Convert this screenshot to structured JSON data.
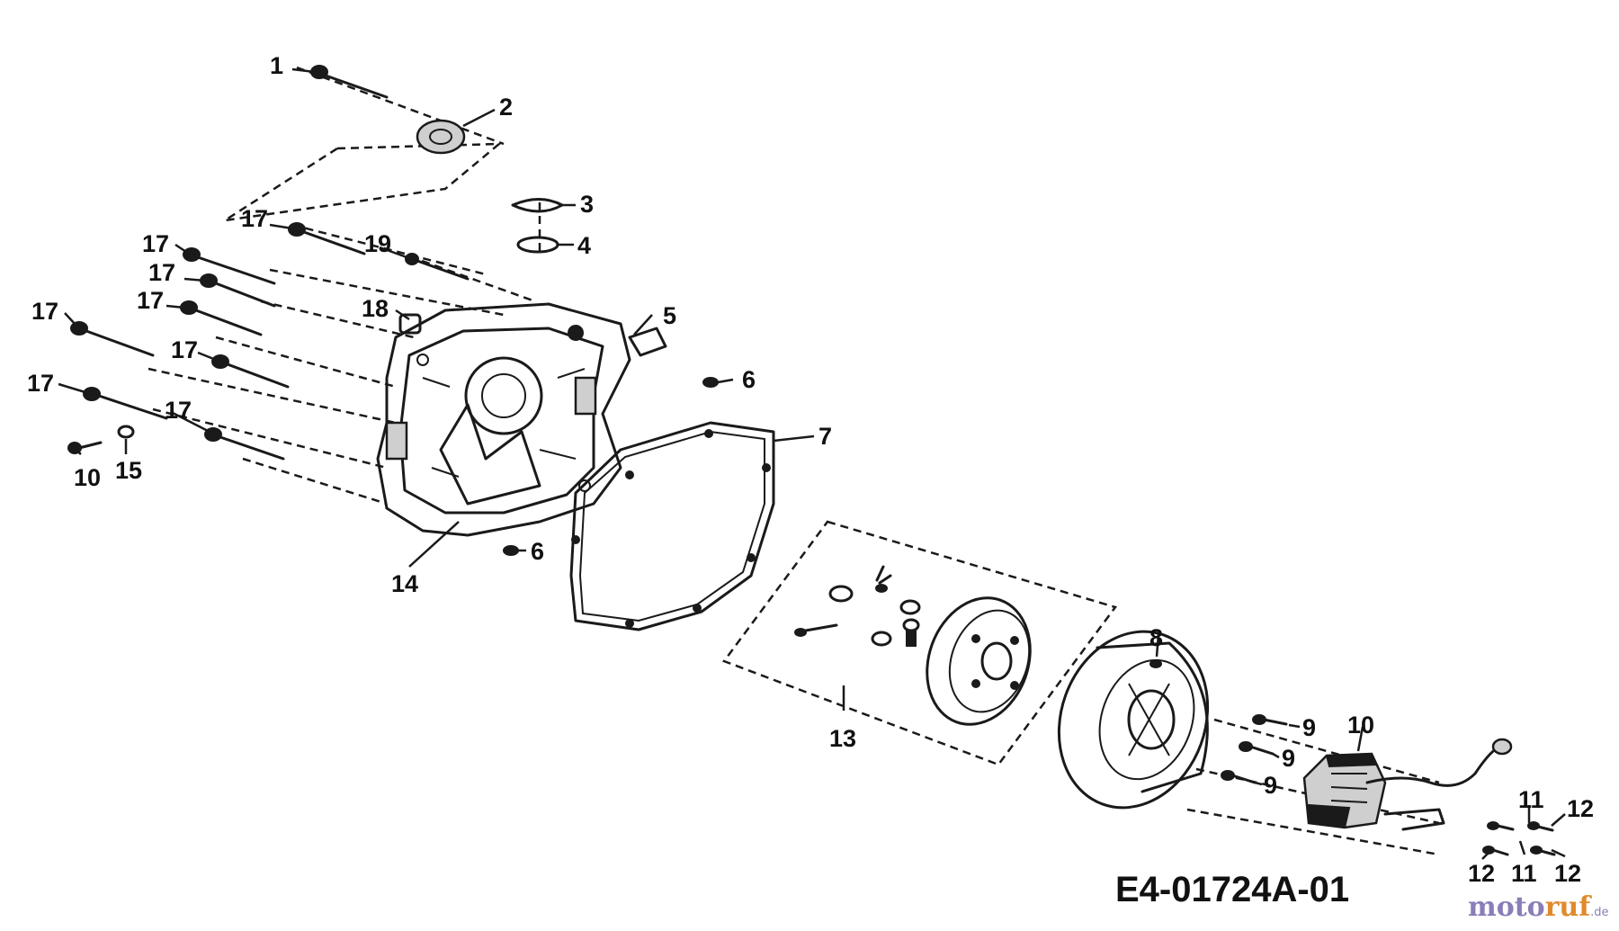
{
  "diagram": {
    "callouts": [
      "1",
      "2",
      "3",
      "4",
      "5",
      "6",
      "6",
      "7",
      "8",
      "9",
      "9",
      "9",
      "10",
      "10",
      "11",
      "11",
      "12",
      "12",
      "12",
      "13",
      "14",
      "15",
      "17",
      "17",
      "17",
      "17",
      "17",
      "17",
      "17",
      "17",
      "18",
      "19"
    ],
    "drawing_code": "E4-01724A-01"
  },
  "watermark": {
    "part1": "moto",
    "part2": "ruf",
    "suffix": ".de"
  },
  "colors": {
    "ink": "#1a1a1a",
    "background": "#ffffff",
    "watermark_purple": "#8a7db8",
    "watermark_orange": "#e08a2c"
  }
}
